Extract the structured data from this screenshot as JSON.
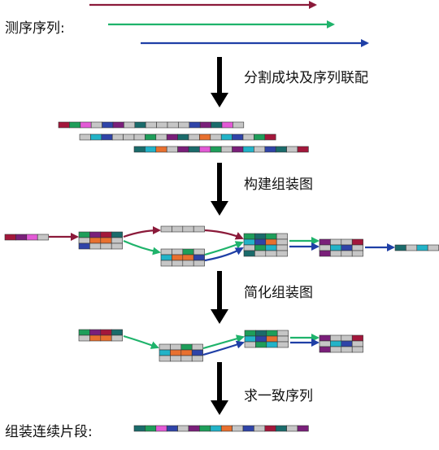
{
  "labels": {
    "sequencing": "测序序列:",
    "step1": "分割成块及序列联配",
    "step2": "构建组装图",
    "step3": "简化组装图",
    "step4": "求一致序列",
    "result": "组装连续片段:"
  },
  "colors": {
    "red": "#8b1a3a",
    "green": "#1fb36b",
    "blue": "#1f3fa6",
    "arrow": "#000000",
    "palette": [
      "#a3173b",
      "#1e9e5a",
      "#2f44a8",
      "#c6c6c6",
      "#22b3c8",
      "#e8702f",
      "#7a1f7a",
      "#e35ad6",
      "#1a6b6b"
    ]
  },
  "icons": [
    "down-arrow-icon",
    "right-arrow-icon"
  ]
}
